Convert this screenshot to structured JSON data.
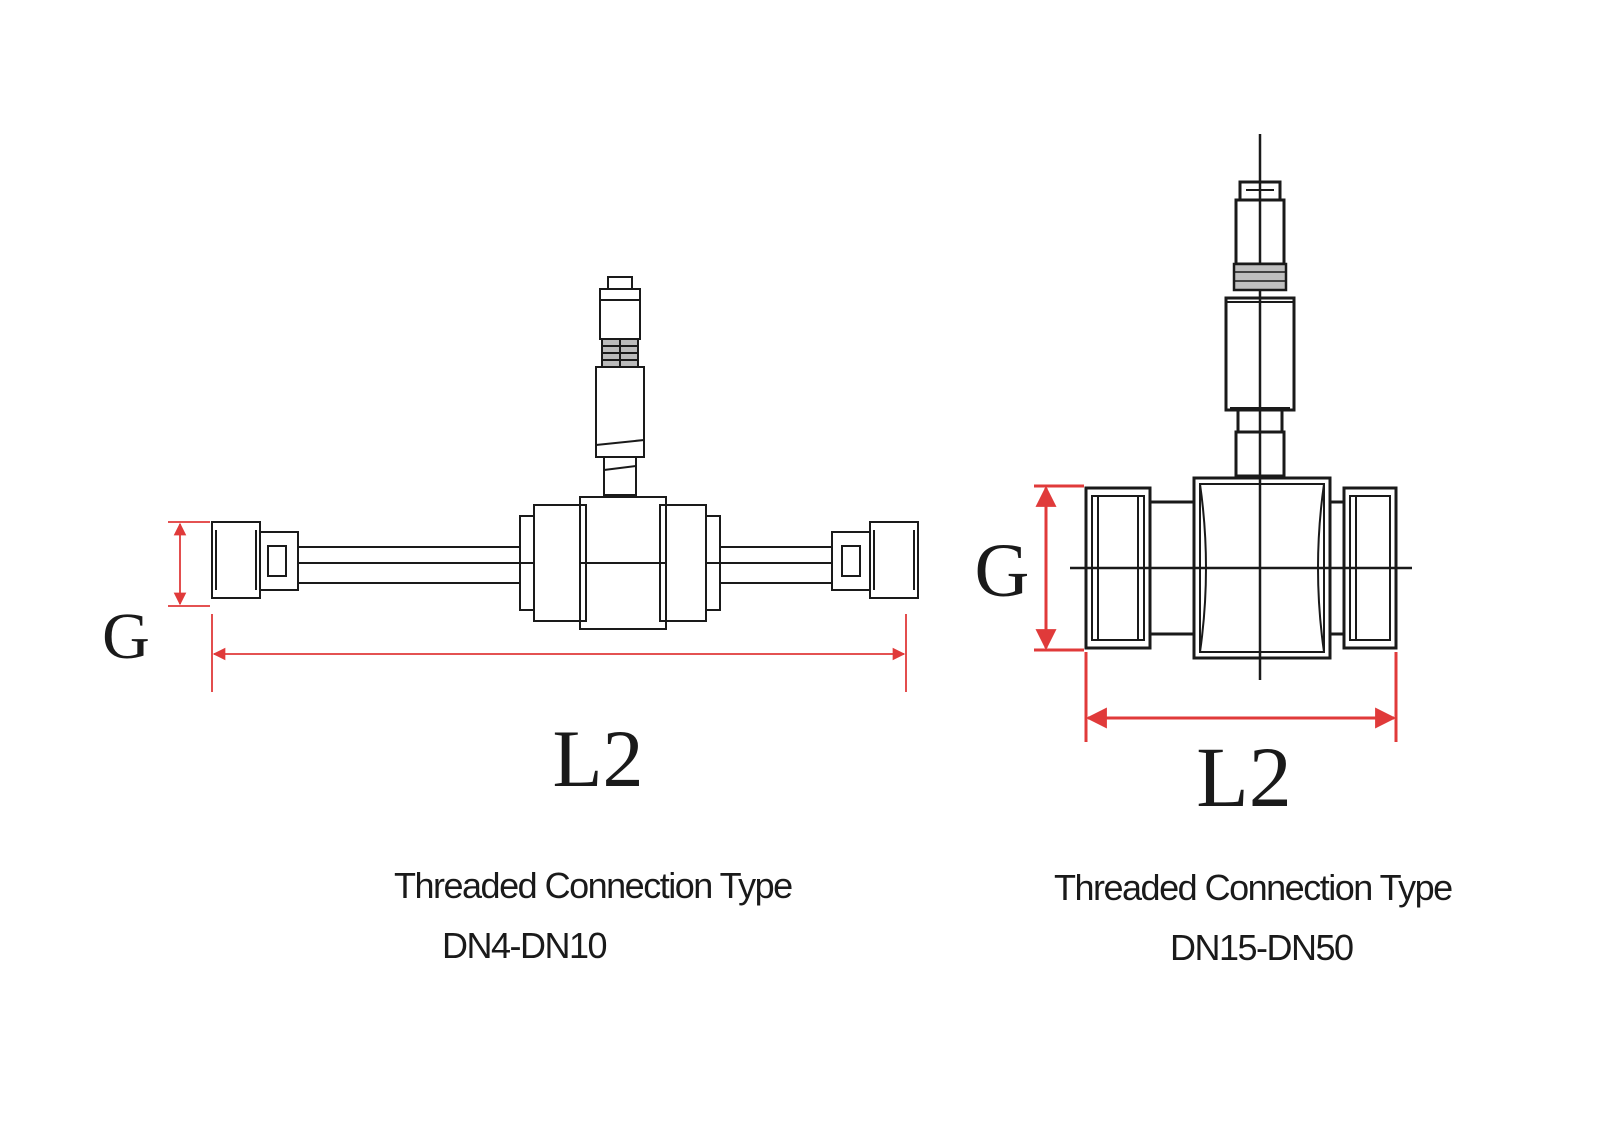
{
  "colors": {
    "outline": "#1a1a1a",
    "dimension": "#e03a3a",
    "background": "#ffffff"
  },
  "left_drawing": {
    "dim_g_label": "G",
    "dim_l2_label": "L2",
    "caption_line1": "Threaded Connection Type",
    "caption_line2": "DN4-DN10"
  },
  "right_drawing": {
    "dim_g_label": "G",
    "dim_l2_label": "L2",
    "caption_line1": "Threaded Connection  Type",
    "caption_line2": "DN15-DN50"
  }
}
